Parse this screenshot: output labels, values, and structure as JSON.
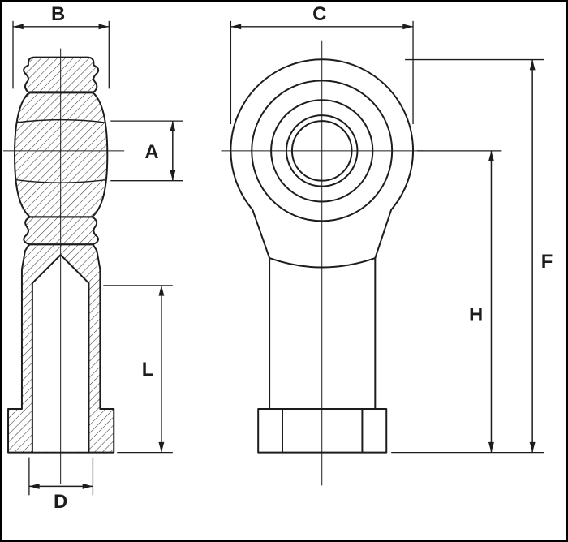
{
  "labels": {
    "A": "A",
    "B": "B",
    "C": "C",
    "D": "D",
    "F": "F",
    "H": "H",
    "L": "L"
  },
  "colors": {
    "line": "#1c1c1c",
    "background": "#ffffff",
    "hatch": "#3a3a3a"
  }
}
